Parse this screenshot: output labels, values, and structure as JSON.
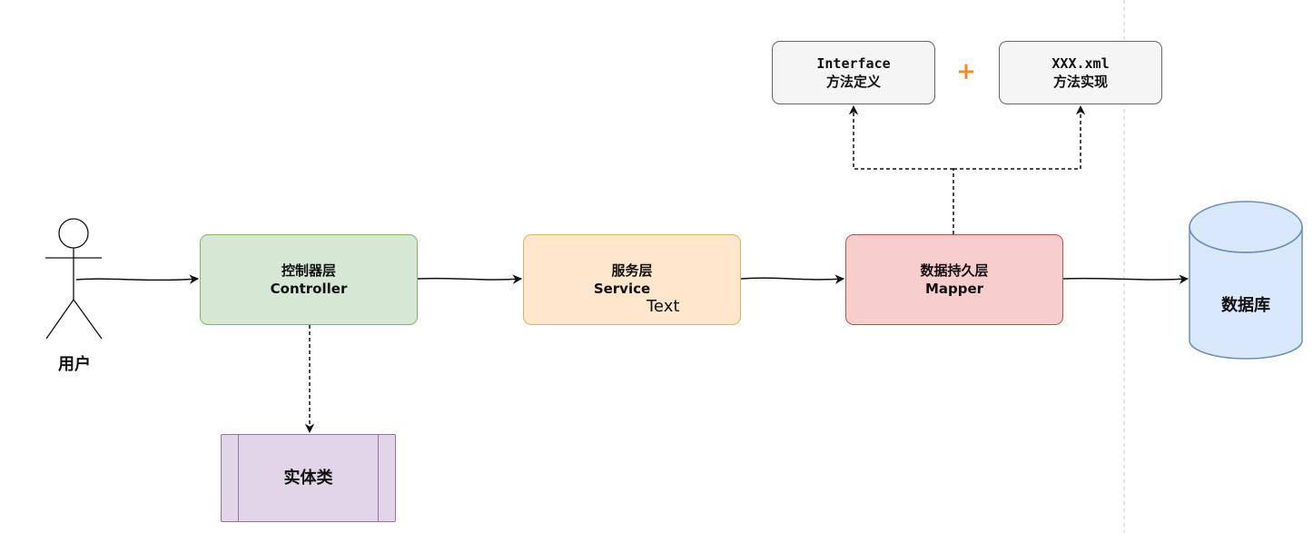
{
  "actor": {
    "label": "用户"
  },
  "controller": {
    "line1": "控制器层",
    "line2": "Controller"
  },
  "service": {
    "line1": "服务层",
    "line2": "Service"
  },
  "mapper": {
    "line1": "数据持久层",
    "line2": "Mapper"
  },
  "interface_box": {
    "line1": "Interface",
    "line2": "方法定义"
  },
  "xml_box": {
    "line1": "XXX.xml",
    "line2": "方法实现"
  },
  "plus": {
    "text": "+"
  },
  "entity": {
    "label": "实体类"
  },
  "database": {
    "label": "数据库"
  },
  "stray_text": {
    "text": "Text"
  },
  "colors": {
    "controller_fill": "#d5e8d4",
    "service_fill": "#ffe6cc",
    "mapper_fill": "#f8cecc",
    "entity_fill": "#e1d5e7",
    "database_fill": "#dae8fc",
    "plus": "#f28c28"
  }
}
